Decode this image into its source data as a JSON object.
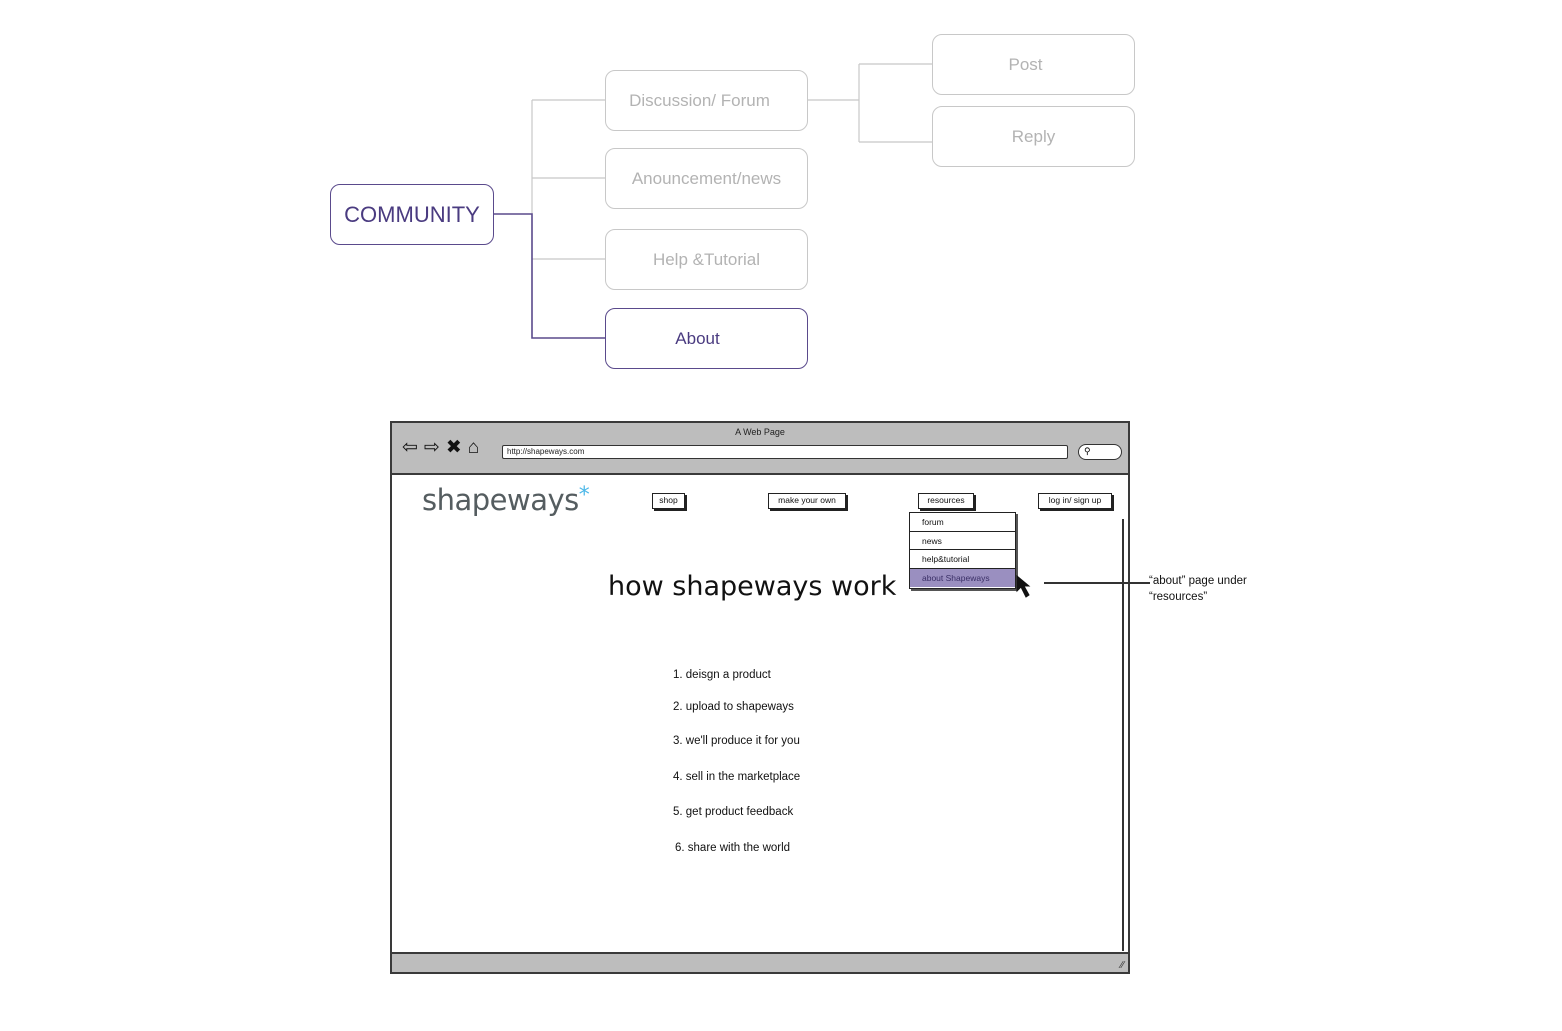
{
  "sitemap": {
    "root": "COMMUNITY",
    "children": [
      "Discussion/ Forum",
      "Anouncement/news",
      "Help &Tutorial",
      "About"
    ],
    "forum_children": [
      "Post",
      "Reply"
    ],
    "highlight_color": "#4a3b80",
    "muted_color": "#b3b3b3"
  },
  "browser": {
    "window_title": "A Web Page",
    "url": "http://shapeways.com",
    "icons": [
      "back-arrow-icon",
      "forward-arrow-icon",
      "stop-icon",
      "home-icon",
      "search-icon"
    ],
    "logo": "shapeways",
    "logo_star": "*",
    "nav": {
      "shop": "shop",
      "make": "make your own",
      "resources": "resources",
      "login": "log in/ sign up"
    },
    "dropdown": [
      "forum",
      "news",
      "help&tutorial",
      "about Shapeways"
    ],
    "dropdown_selected": "about Shapeways",
    "heading": "how shapeways work",
    "steps": [
      "1. deisgn a product",
      "2. upload to shapeways",
      "3. we'll produce it for you",
      "4. sell in the marketplace",
      "5. get product feedback",
      "6. share with the world"
    ]
  },
  "annotation": {
    "line1": "“about” page under",
    "line2": "“resources”"
  }
}
